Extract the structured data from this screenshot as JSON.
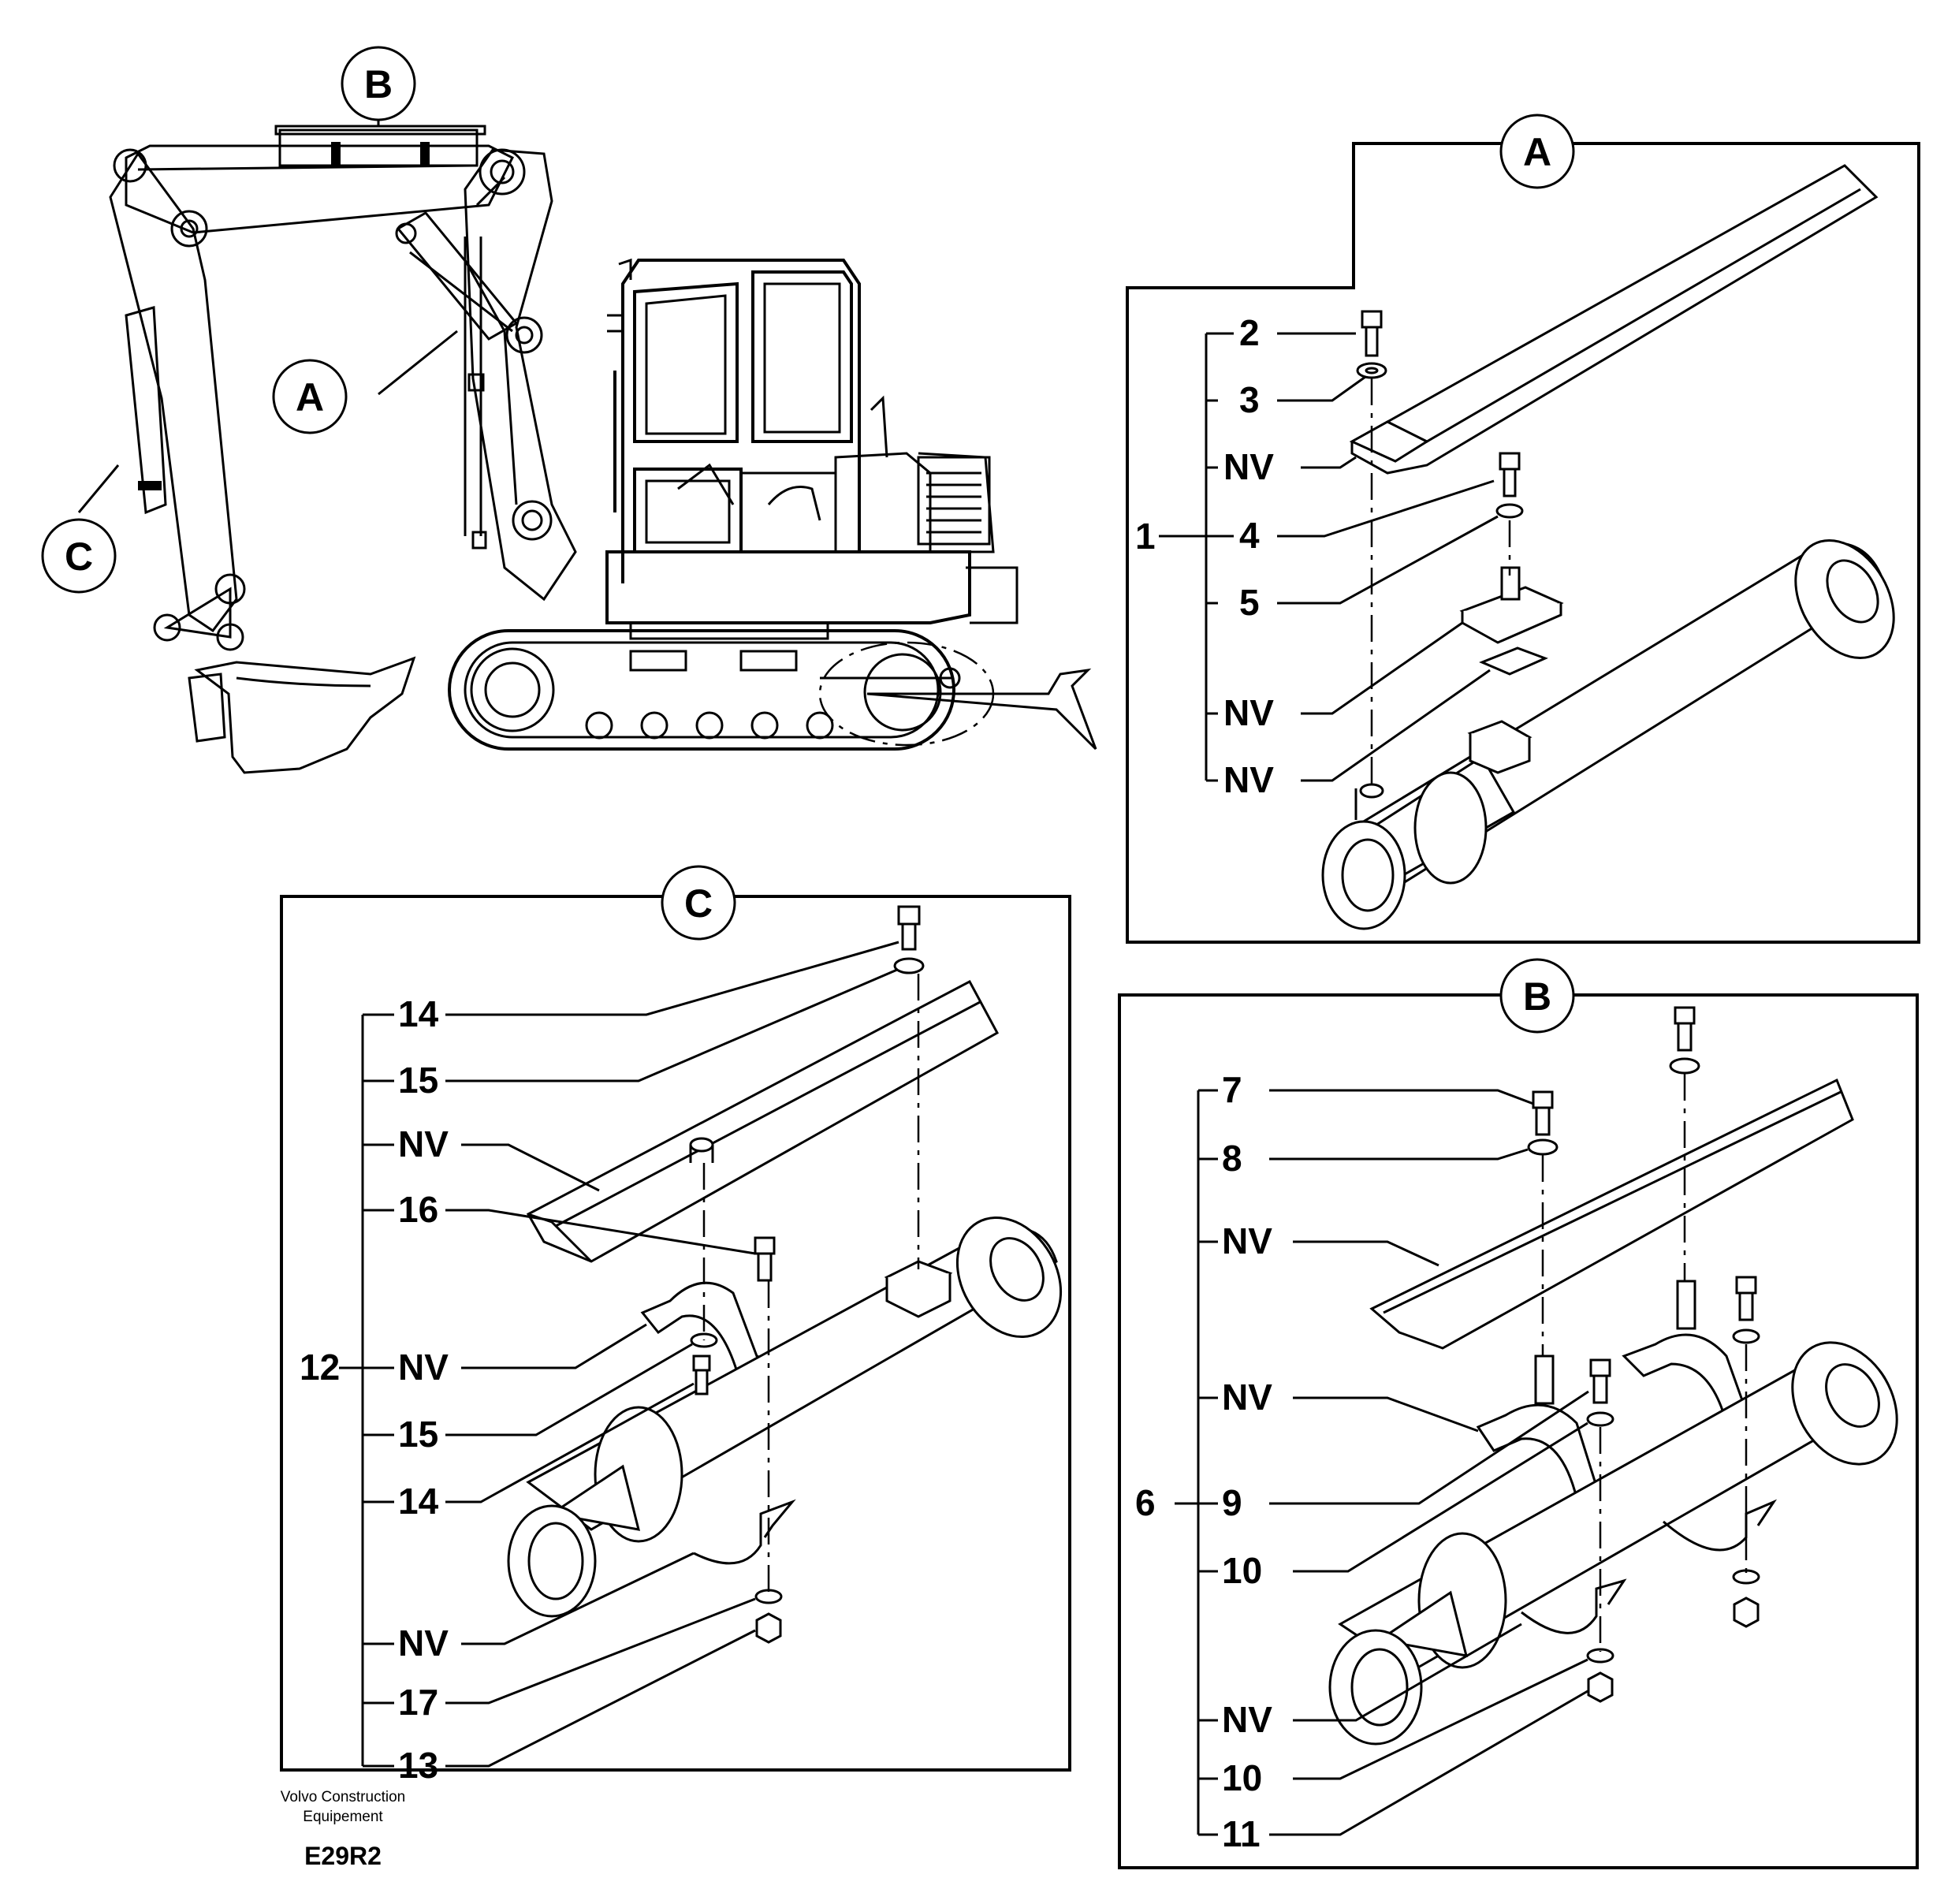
{
  "views": {
    "A": {
      "label": "A",
      "group_number": "1",
      "items": [
        "2",
        "3",
        "NV",
        "4",
        "5",
        "NV",
        "NV"
      ]
    },
    "B": {
      "label": "B",
      "group_number": "6",
      "items": [
        "7",
        "8",
        "NV",
        "NV",
        "9",
        "10",
        "NV",
        "10",
        "11"
      ]
    },
    "C": {
      "label": "C",
      "group_number": "12",
      "items": [
        "14",
        "15",
        "NV",
        "16",
        "NV",
        "15",
        "14",
        "NV",
        "17",
        "13"
      ]
    }
  },
  "machine_callouts": {
    "A": "A",
    "B": "B",
    "C": "C"
  },
  "footer": {
    "company_line1": "Volvo Construction",
    "company_line2": "Equipement",
    "code": "E29R2"
  }
}
